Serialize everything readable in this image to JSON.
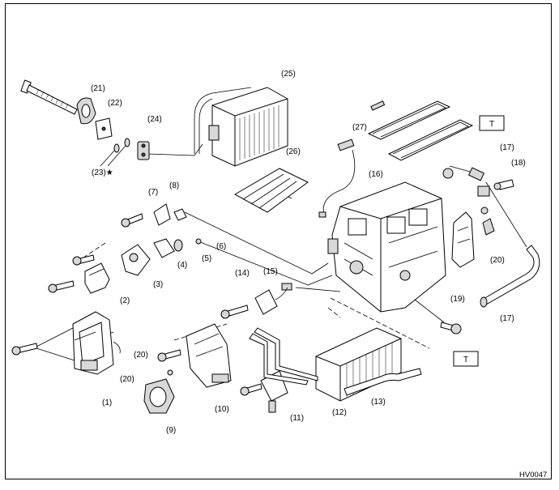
{
  "diagram_code": "HV0047",
  "marker_label": "T",
  "star_symbol": "★",
  "callouts": {
    "c1": "(1)",
    "c2": "(2)",
    "c3": "(3)",
    "c4": "(4)",
    "c5": "(5)",
    "c6": "(6)",
    "c7": "(7)",
    "c8": "(8)",
    "c9": "(9)",
    "c10": "(10)",
    "c11": "(11)",
    "c12": "(12)",
    "c13": "(13)",
    "c14": "(14)",
    "c15": "(15)",
    "c16": "(16)",
    "c17": "(17)",
    "c18": "(18)",
    "c19": "(19)",
    "c20": "(20)",
    "c21": "(21)",
    "c22": "(22)",
    "c23": "(23)",
    "c24": "(24)",
    "c25": "(25)",
    "c26": "(26)",
    "c27": "(27)"
  }
}
